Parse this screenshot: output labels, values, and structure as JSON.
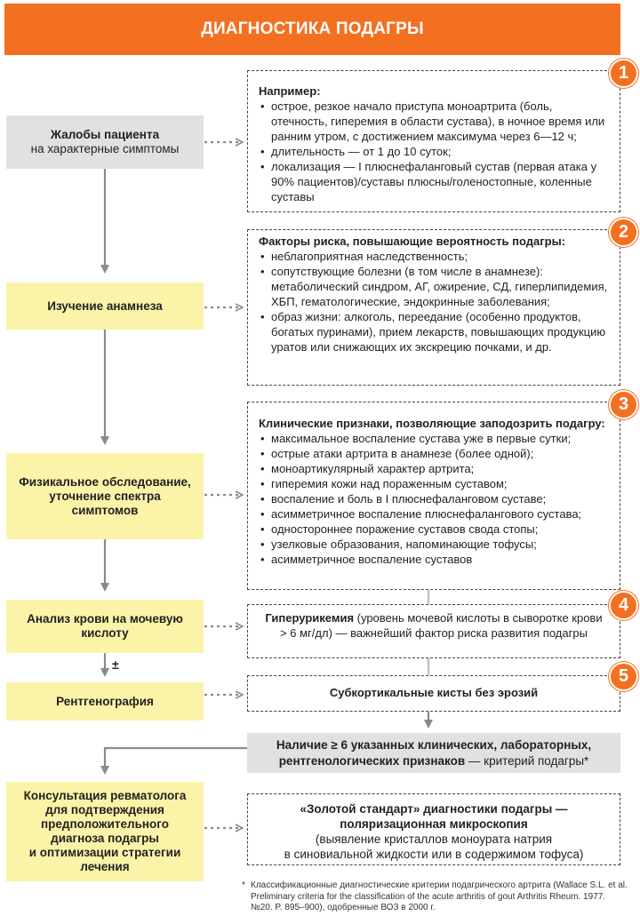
{
  "title": "ДИАГНОСТИКА ПОДАГРЫ",
  "steps": [
    {
      "line1": "Жалобы пациента",
      "line2": "на характерные симптомы"
    },
    {
      "line1": "Изучение анамнеза"
    },
    {
      "line1": "Физикальное обследование,",
      "line2": "уточнение спектра",
      "line3": "симптомов"
    },
    {
      "line1": "Анализ крови на мочевую",
      "line2": "кислоту"
    },
    {
      "line1": "Рентгенография"
    },
    {
      "line1": "Консультация ревматолога",
      "line2": "для подтверждения",
      "line3": "предположительного",
      "line4": "диагноза подагры",
      "line5": "и оптимизации стратегии",
      "line6": "лечения"
    }
  ],
  "boxes": {
    "b1": {
      "badge": "1",
      "title": "Например:",
      "items": [
        "острое, резкое начало приступа моноартрита (боль, отечность, гиперемия в области сустава), в ночное время или ранним утром, с достижением максимума через 6—12 ч;",
        "длительность — от 1 до 10 суток;",
        "локализация — I плюснефаланговый сустав (первая атака у 90% пациентов)/суставы плюсны/голеностопные, коленные суставы"
      ]
    },
    "b2": {
      "badge": "2",
      "title": "Факторы риска, повышающие вероятность подагры:",
      "items": [
        "неблагоприятная наследственность;",
        "сопутствующие болезни (в том числе в анамнезе): метаболический синдром, АГ, ожирение, СД, гиперлипидемия, ХБП, гематологические, эндокринные заболевания;",
        "образ жизни: алкоголь, переедание (особенно продуктов, богатых пуринами), прием лекарств, повышающих продукцию уратов или снижающих их экскрецию почками, и др."
      ]
    },
    "b3": {
      "badge": "3",
      "title": "Клинические признаки, позволяющие заподозрить подагру:",
      "items": [
        "максимальное воспаление сустава уже в первые сутки;",
        "острые атаки артрита в анамнезе (более одной);",
        "моноартикулярный характер артрита;",
        "гиперемия кожи над пораженным суставом;",
        "воспаление и боль в I плюснефаланговом суставе;",
        "асимметричное воспаление плюснефалангового сустава;",
        "одностороннее поражение суставов свода стопы;",
        "узелковые образования, напоминающие тофусы;",
        "асимметричное воспаление суставов"
      ]
    },
    "b4": {
      "badge": "4",
      "bold": "Гиперурикемия",
      "text": " (уровень мочевой кислоты в сыворотке крови > 6 мг/дл) — важнейший фактор риска развития подагры"
    },
    "b5": {
      "badge": "5",
      "text": "Субкортикальные кисты без эрозий"
    },
    "criterion": {
      "bold": "Наличие ≥ 6 указанных клинических, лабораторных, рентгенологических признаков",
      "text": " — критерий подагры*"
    },
    "gold": {
      "line1": "«Золотой стандарт» диагностики подагры —",
      "line2": "поляризационная микроскопия",
      "line3": "(выявление кристаллов моноурата натрия",
      "line4": "в синовиальной жидкости или в содержимом тофуса)"
    }
  },
  "plusminus": "±",
  "footnote": {
    "star": "*",
    "text": "Классификационные диагностические критерии подагрического артрита (Wallace S.L. et al. Preliminary criteria for the classification of the acute arthritis of gout Arthritis Rheum. 1977. №20. P. 895–900), одобренные ВОЗ в 2000 г."
  }
}
